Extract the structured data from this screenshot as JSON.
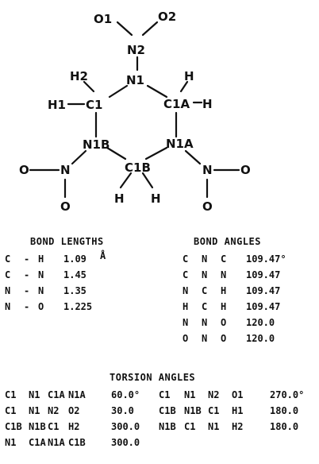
{
  "diagram": {
    "atoms": {
      "O1": "O1",
      "O2": "O2",
      "N2": "N2",
      "N1": "N1",
      "H2": "H2",
      "H1": "H1",
      "C1": "C1",
      "H_top": "H",
      "C1A": "C1A",
      "H_C1A": "H",
      "N1B": "N1B",
      "N1A": "N1A",
      "C1B": "C1B",
      "H_left": "H",
      "H_right": "H",
      "O_left": "O",
      "N_left": "N",
      "O_left_down": "O",
      "N_right": "N",
      "O_right": "O",
      "O_right_down": "O"
    }
  },
  "bond_lengths": {
    "title": "BOND LENGTHS",
    "rows": [
      {
        "a": "C",
        "dash": "-",
        "b": "H",
        "value": "1.09",
        "unit": "Å"
      },
      {
        "a": "C",
        "dash": "-",
        "b": "N",
        "value": "1.45",
        "unit": ""
      },
      {
        "a": "N",
        "dash": "-",
        "b": "N",
        "value": "1.35",
        "unit": ""
      },
      {
        "a": "N",
        "dash": "-",
        "b": "O",
        "value": "1.225",
        "unit": ""
      }
    ]
  },
  "bond_angles": {
    "title": "BOND ANGLES",
    "rows": [
      {
        "a": "C",
        "b": "N",
        "c": "C",
        "value": "109.47°"
      },
      {
        "a": "C",
        "b": "N",
        "c": "N",
        "value": "109.47"
      },
      {
        "a": "N",
        "b": "C",
        "c": "H",
        "value": "109.47"
      },
      {
        "a": "H",
        "b": "C",
        "c": "H",
        "value": "109.47"
      },
      {
        "a": "N",
        "b": "N",
        "c": "O",
        "value": "120.0"
      },
      {
        "a": "O",
        "b": "N",
        "c": "O",
        "value": "120.0"
      }
    ]
  },
  "torsion_angles": {
    "title": "TORSION ANGLES",
    "left": [
      {
        "atoms": [
          "C1",
          "N1",
          "C1A",
          "N1A"
        ],
        "value": "60.0°"
      },
      {
        "atoms": [
          "C1",
          "N1",
          "N2",
          "O2"
        ],
        "value": "30.0"
      },
      {
        "atoms": [
          "C1B",
          "N1B",
          "C1",
          "H2"
        ],
        "value": "300.0"
      },
      {
        "atoms": [
          "N1",
          "C1A",
          "N1A",
          "C1B"
        ],
        "value": "300.0"
      }
    ],
    "right": [
      {
        "atoms": [
          "C1",
          "N1",
          "N2",
          "O1"
        ],
        "value": "270.0°"
      },
      {
        "atoms": [
          "C1B",
          "N1B",
          "C1",
          "H1"
        ],
        "value": "180.0"
      },
      {
        "atoms": [
          "N1B",
          "C1",
          "N1",
          "H2"
        ],
        "value": "180.0"
      }
    ]
  }
}
